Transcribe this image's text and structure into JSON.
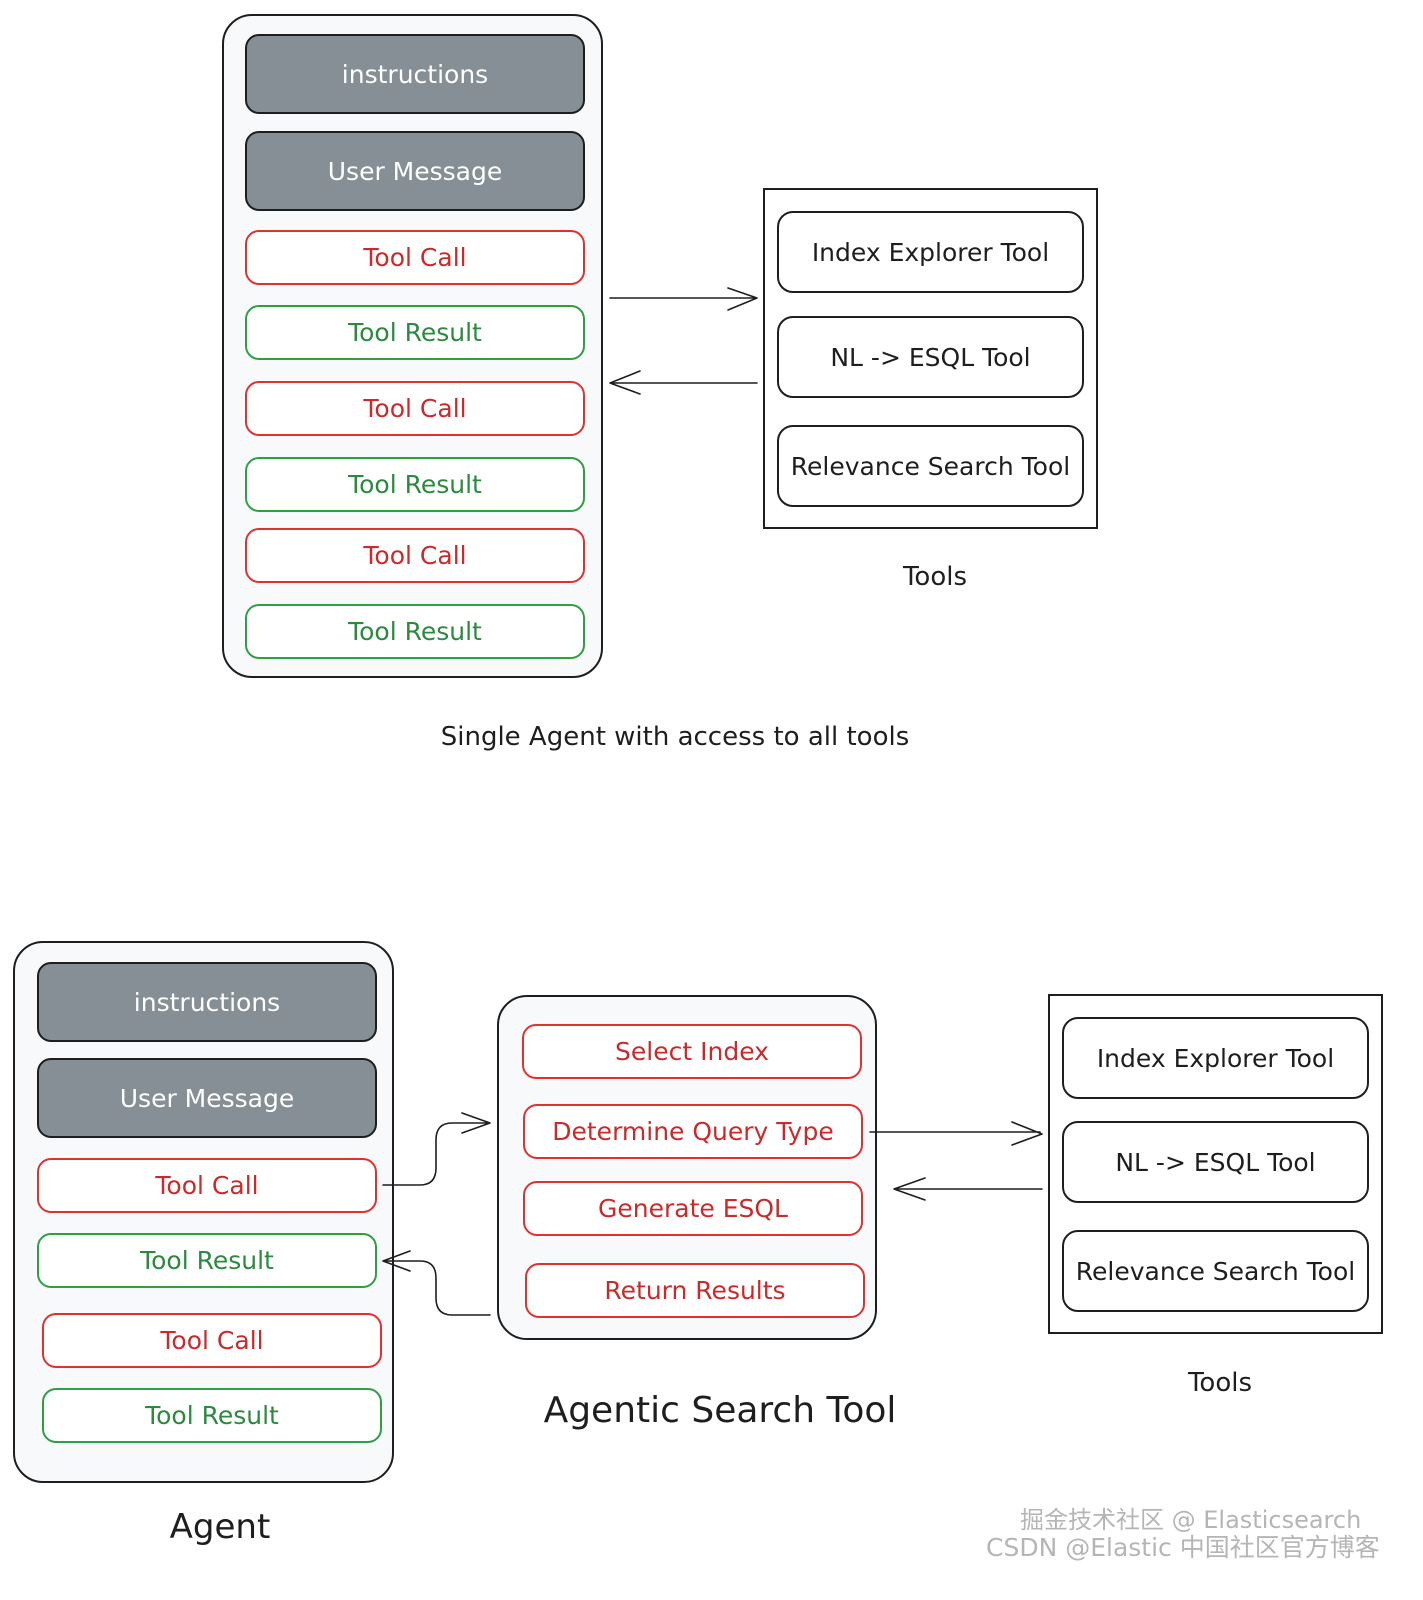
{
  "top": {
    "items": [
      {
        "label": "instructions",
        "kind": "dark"
      },
      {
        "label": "User Message",
        "kind": "dark"
      },
      {
        "label": "Tool Call",
        "kind": "call"
      },
      {
        "label": "Tool Result",
        "kind": "result"
      },
      {
        "label": "Tool Call",
        "kind": "call"
      },
      {
        "label": "Tool Result",
        "kind": "result"
      },
      {
        "label": "Tool Call",
        "kind": "call"
      },
      {
        "label": "Tool Result",
        "kind": "result"
      }
    ],
    "tools": [
      "Index Explorer Tool",
      "NL -> ESQL Tool",
      "Relevance Search Tool"
    ],
    "tools_caption": "Tools",
    "caption": "Single Agent with access to all tools"
  },
  "bottom": {
    "agent_items": [
      {
        "label": "instructions",
        "kind": "dark"
      },
      {
        "label": "User Message",
        "kind": "dark"
      },
      {
        "label": "Tool Call",
        "kind": "call"
      },
      {
        "label": "Tool Result",
        "kind": "result"
      },
      {
        "label": "Tool Call",
        "kind": "call"
      },
      {
        "label": "Tool Result",
        "kind": "result"
      }
    ],
    "agent_caption": "Agent",
    "search_steps": [
      "Select Index",
      "Determine Query Type",
      "Generate ESQL",
      "Return Results"
    ],
    "search_caption": "Agentic Search Tool",
    "tools": [
      "Index Explorer Tool",
      "NL -> ESQL Tool",
      "Relevance Search Tool"
    ],
    "tools_caption": "Tools"
  },
  "watermark": {
    "line1": "掘金技术社区 @ Elasticsearch",
    "line2": "CSDN @Elastic 中国社区官方博客"
  },
  "colors": {
    "dark_fill": "#868e96",
    "call_red": "#e03131",
    "result_green": "#2f9e44",
    "panel_fill": "#f8f9fa"
  }
}
